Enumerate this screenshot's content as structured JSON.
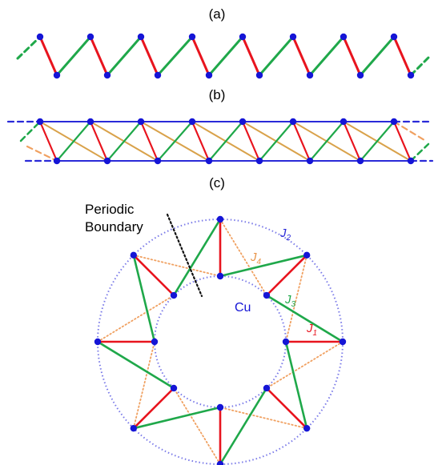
{
  "panels": {
    "a": "(a)",
    "b": "(b)",
    "c": "(c)"
  },
  "boundary": {
    "line1": "Periodic",
    "line2": "Boundary"
  },
  "cu_label": "Cu",
  "couplings": {
    "j1": {
      "letter": "J",
      "sub": "1"
    },
    "j2": {
      "letter": "J",
      "sub": "2"
    },
    "j3": {
      "letter": "J",
      "sub": "3"
    },
    "j4": {
      "letter": "J",
      "sub": "4"
    }
  },
  "colors": {
    "site": "#1515d6",
    "j1_bond": "#e8141e",
    "j3_bond": "#1fa84a",
    "j4_bond": "#f0a060",
    "j2_bond": "#2a2ad8",
    "ring": "#7a7ae8",
    "diag_b": "#d9a24a",
    "boundary_line": "#111111"
  }
}
